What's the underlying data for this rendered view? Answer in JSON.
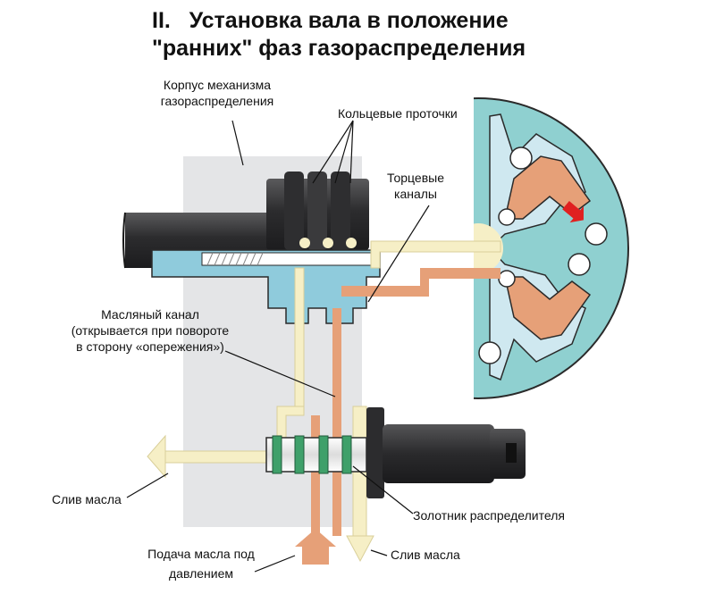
{
  "title": {
    "line1": "II.   Установка вала в положение",
    "line2": "\"ранних\" фаз газораспределения"
  },
  "labels": {
    "housing_line1": "Корпус механизма",
    "housing_line2": "газораспределения",
    "annular_grooves": "Кольцевые проточки",
    "end_channels_line1": "Торцевые",
    "end_channels_line2": "каналы",
    "oil_channel_line1": "Масляный канал",
    "oil_channel_line2": "(открывается при повороте",
    "oil_channel_line3": "в сторону «опережения»)",
    "drain_left": "Слив масла",
    "spool": "Золотник распределителя",
    "supply_line1": "Подача масла под",
    "supply_line2": "давлением",
    "drain_bottom": "Слив масла"
  },
  "colors": {
    "housing": "#e4e5e7",
    "shaft_dark": "#3a3a3c",
    "blue_channel": "#8fcbdc",
    "pale_oil": "#f6efc6",
    "pressure_oil": "#e6a078",
    "rotor_teal": "#8fd0d0",
    "arrow_red": "#e02020"
  }
}
